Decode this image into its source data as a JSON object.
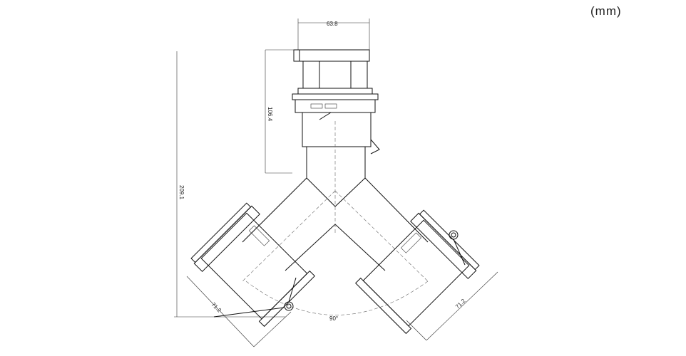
{
  "units_label": "(mm)",
  "dimensions": {
    "top_width": "63.8",
    "upper_height": "106.4",
    "total_height": "209.1",
    "left_branch_width": "71.2",
    "right_branch_width": "71.2",
    "branch_angle": "90°"
  }
}
